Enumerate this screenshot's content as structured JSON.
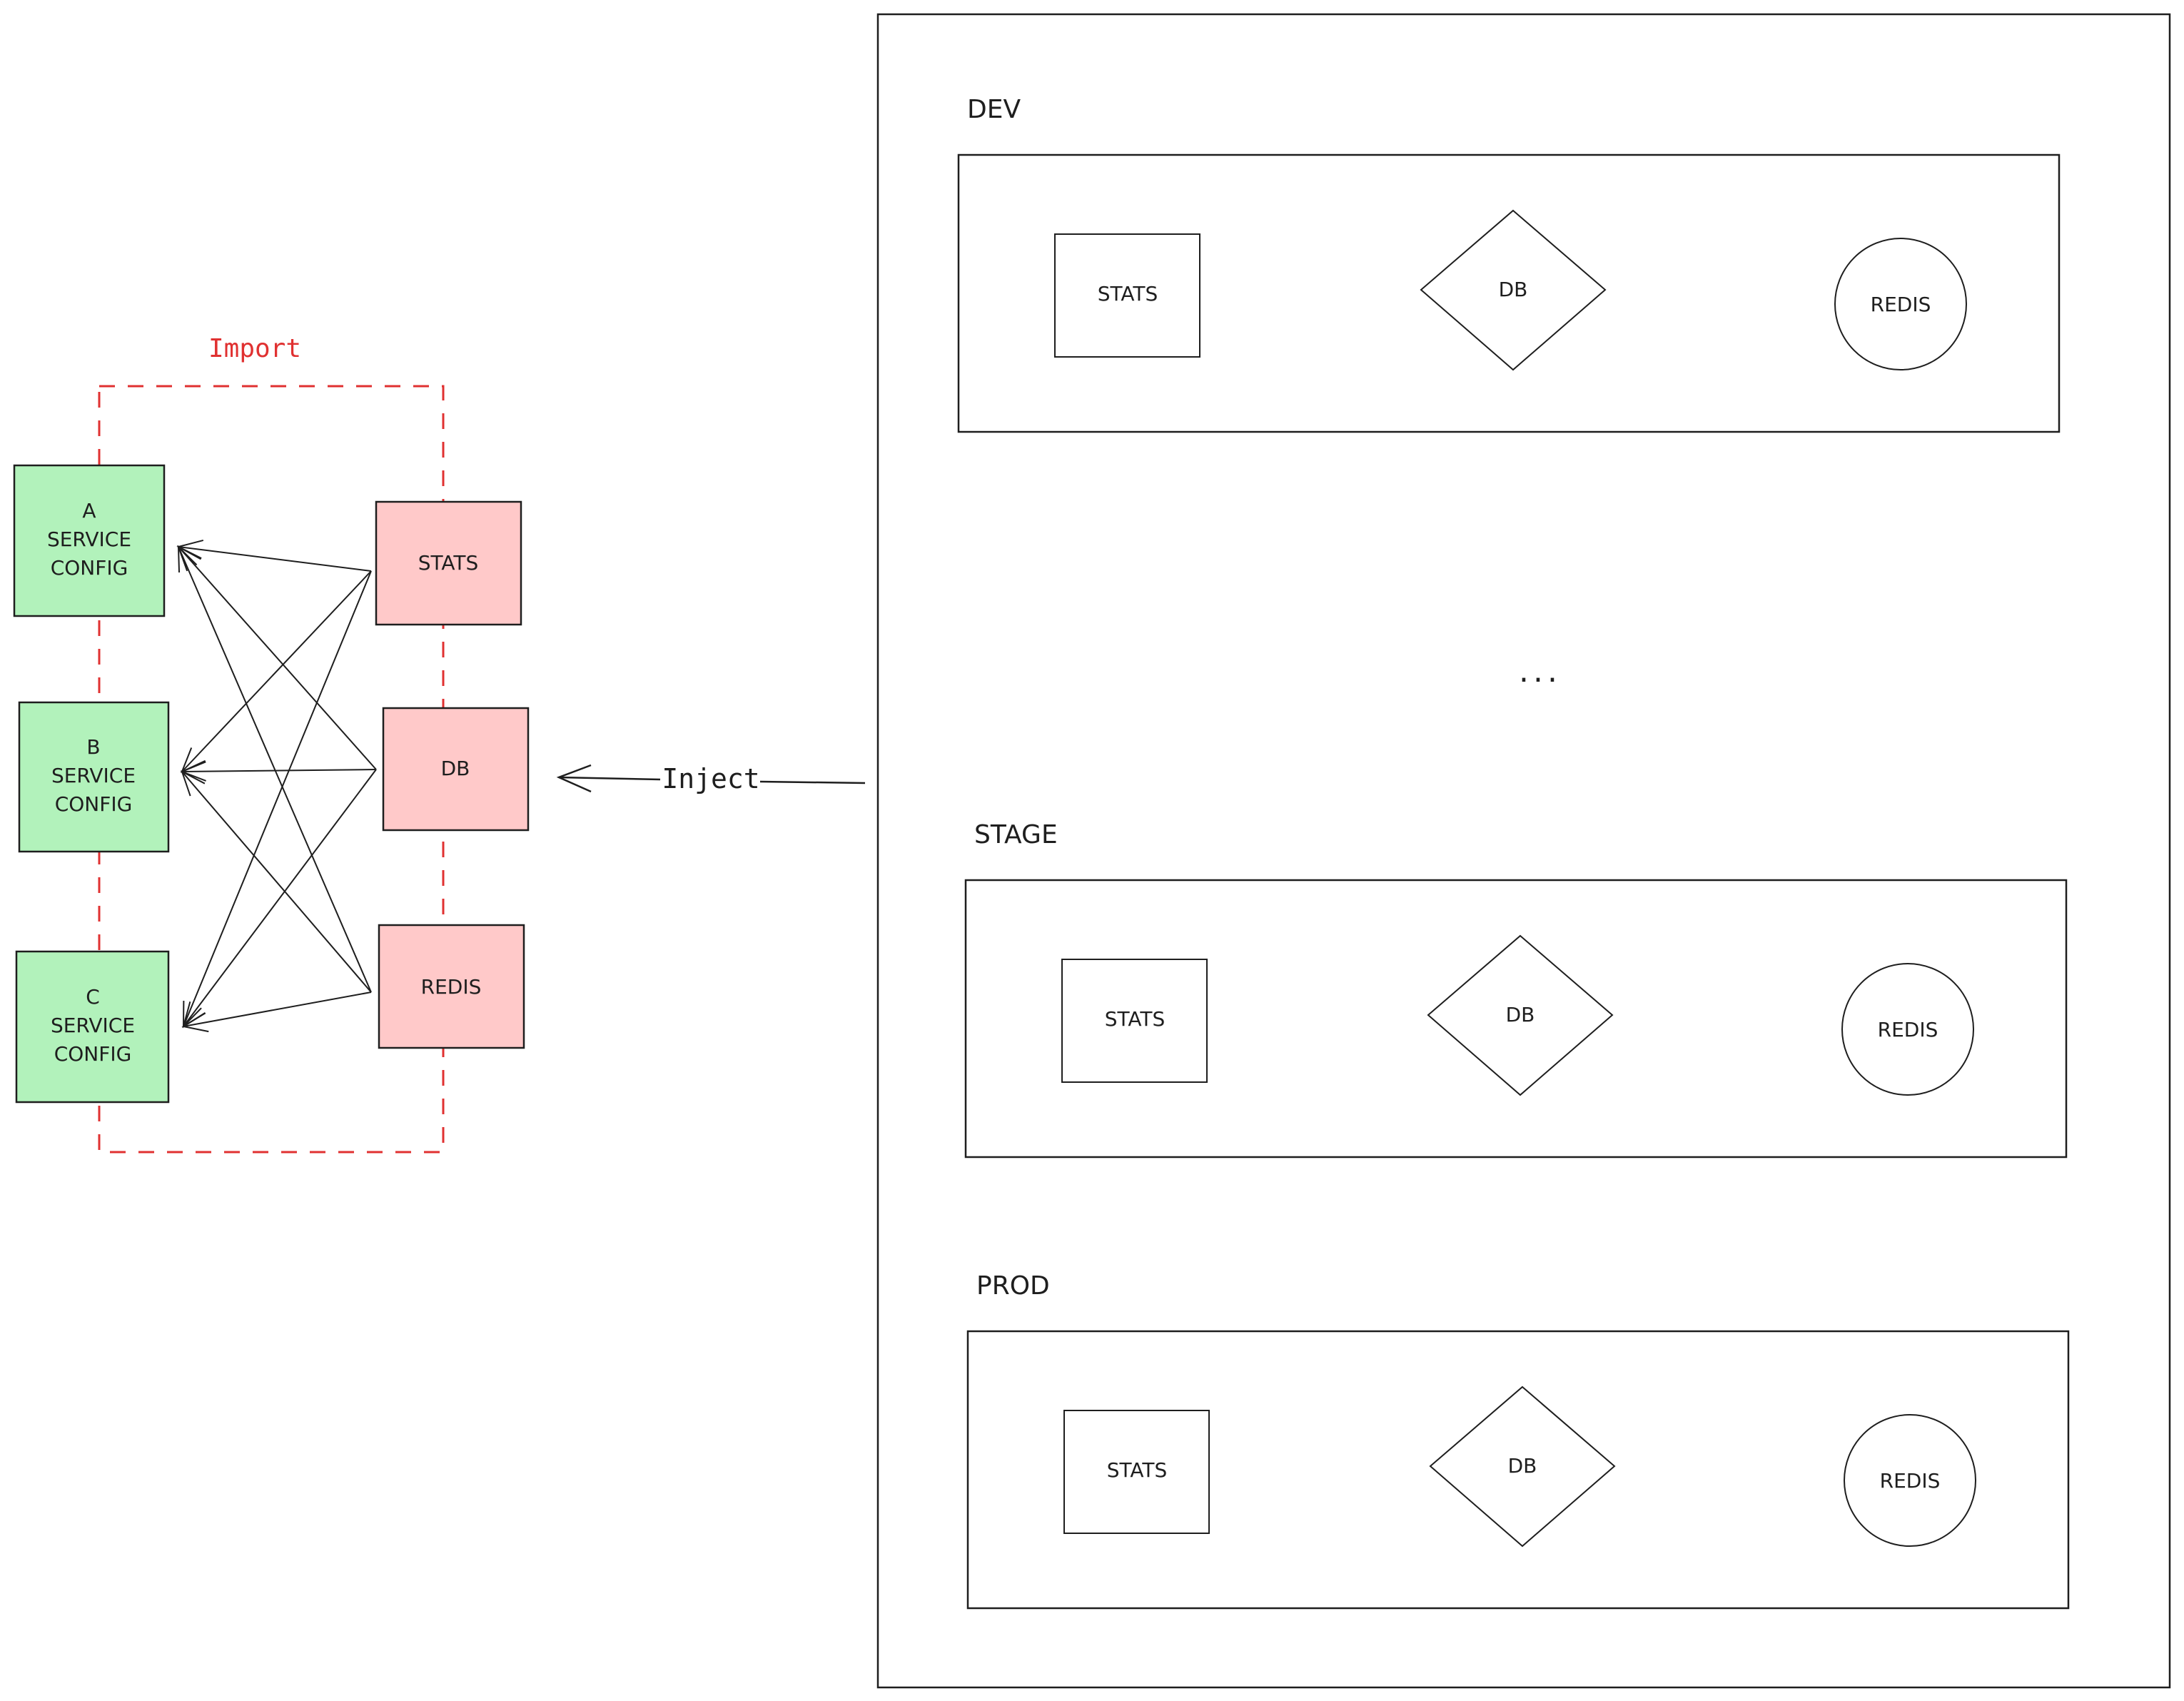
{
  "colors": {
    "stroke": "#1e1e1e",
    "import_red": "#e03131",
    "service_fill": "#b2f2bb",
    "resource_fill": "#ffc9c9"
  },
  "import_group": {
    "label": "Import",
    "services": [
      {
        "id": "A",
        "lines": [
          "A",
          "SERVICE",
          "CONFIG"
        ]
      },
      {
        "id": "B",
        "lines": [
          "B",
          "SERVICE",
          "CONFIG"
        ]
      },
      {
        "id": "C",
        "lines": [
          "C",
          "SERVICE",
          "CONFIG"
        ]
      }
    ],
    "resources": [
      {
        "id": "STATS",
        "label": "STATS"
      },
      {
        "id": "DB",
        "label": "DB"
      },
      {
        "id": "REDIS",
        "label": "REDIS"
      }
    ],
    "edges": [
      {
        "from": "STATS",
        "to": "A"
      },
      {
        "from": "STATS",
        "to": "B"
      },
      {
        "from": "STATS",
        "to": "C"
      },
      {
        "from": "DB",
        "to": "A"
      },
      {
        "from": "DB",
        "to": "B"
      },
      {
        "from": "DB",
        "to": "C"
      },
      {
        "from": "REDIS",
        "to": "A"
      },
      {
        "from": "REDIS",
        "to": "B"
      },
      {
        "from": "REDIS",
        "to": "C"
      }
    ]
  },
  "inject": {
    "label": "Inject"
  },
  "environments": [
    {
      "name": "DEV",
      "stats": "STATS",
      "db": "DB",
      "redis": "REDIS"
    },
    {
      "name": "STAGE",
      "stats": "STATS",
      "db": "DB",
      "redis": "REDIS"
    },
    {
      "name": "PROD",
      "stats": "STATS",
      "db": "DB",
      "redis": "REDIS"
    }
  ],
  "ellipsis": "..."
}
